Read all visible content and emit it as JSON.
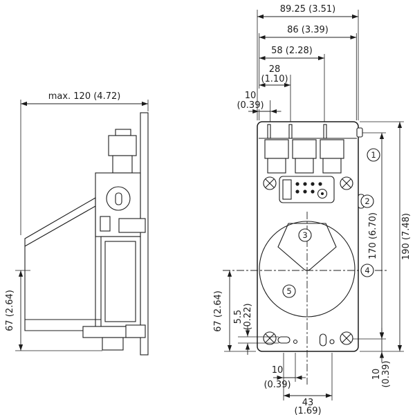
{
  "drawing": {
    "callouts": {
      "c1": "1",
      "c2": "2",
      "c3": "3",
      "c4": "4",
      "c5": "5"
    },
    "dims": {
      "overall_width": "89.25 (3.51)",
      "housing_width": "86 (3.39)",
      "gland3_offset": "58 (2.28)",
      "gland2_offset_mm": "28",
      "gland2_offset_in": "(1.10)",
      "gland1_offset_mm": "10",
      "gland1_offset_in": "(0.39)",
      "side_depth": "max. 120 (4.72)",
      "side_axis_height": "67 (2.64)",
      "front_axis_height": "67 (2.64)",
      "slot_width_mm": "5.5",
      "slot_width_in": "(0.22)",
      "hole_spacing": "170 (6.70)",
      "overall_height": "190 (7.48)",
      "hole_bottom_mm": "10",
      "hole_bottom_in": "(0.39)",
      "slot_offset_mm": "10",
      "slot_offset_in": "(0.39)",
      "slot_spacing_mm": "43",
      "slot_spacing_in": "(1.69)"
    }
  }
}
